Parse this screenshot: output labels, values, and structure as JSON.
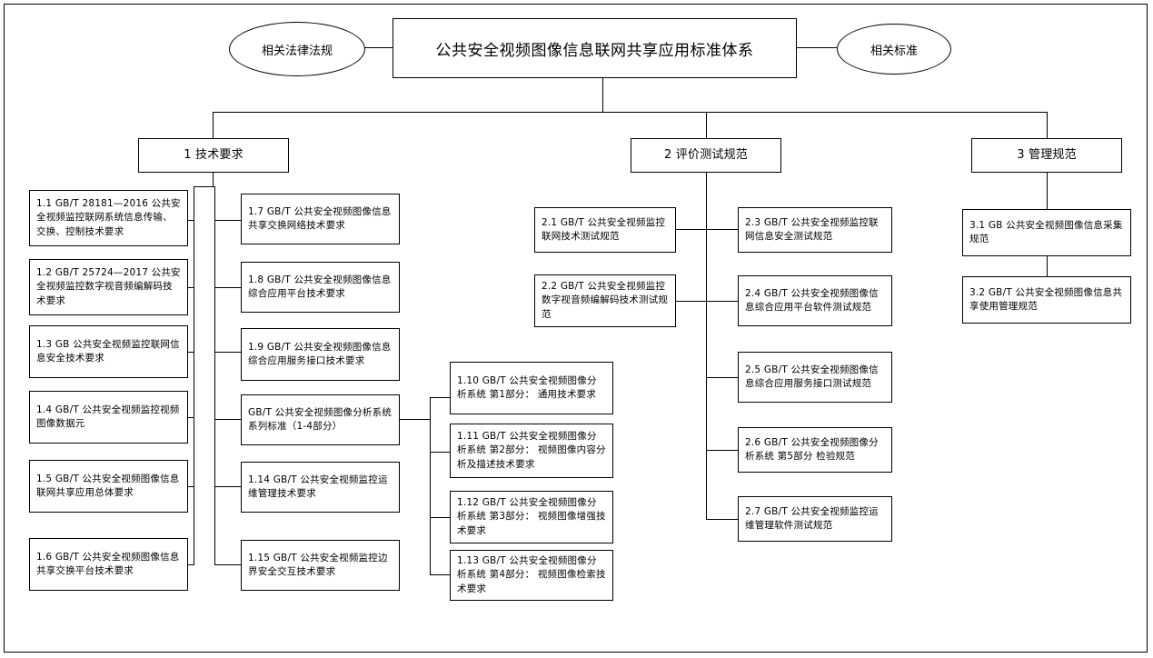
{
  "diagram": {
    "title": "公共安全视频图像信息联网共享应用标准体系",
    "side_left": "相关法律法规",
    "side_right": "相关标准",
    "branches": [
      {
        "label": "1 技术要求"
      },
      {
        "label": "2 评价测试规范"
      },
      {
        "label": "3 管理规范"
      }
    ],
    "col1": [
      {
        "label": "1.1 GB/T 28181—2016 公共安全视频监控联网系统信息传输、交换、控制技术要求"
      },
      {
        "label": "1.2 GB/T 25724—2017 公共安全视频监控数字视音频编解码技术要求"
      },
      {
        "label": "1.3 GB 公共安全视频监控联网信息安全技术要求"
      },
      {
        "label": "1.4 GB/T 公共安全视频监控视频图像数据元"
      },
      {
        "label": "1.5 GB/T 公共安全视频图像信息联网共享应用总体要求"
      },
      {
        "label": "1.6 GB/T 公共安全视频图像信息共享交换平台技术要求"
      }
    ],
    "col2": [
      {
        "label": "1.7 GB/T 公共安全视频图像信息共享交换网络技术要求"
      },
      {
        "label": "1.8 GB/T 公共安全视频图像信息综合应用平台技术要求"
      },
      {
        "label": "1.9 GB/T 公共安全视频图像信息综合应用服务接口技术要求"
      },
      {
        "label": "GB/T 公共安全视频图像分析系统系列标准（1-4部分）"
      },
      {
        "label": "1.14 GB/T 公共安全视频监控运维管理技术要求"
      },
      {
        "label": "1.15 GB/T 公共安全视频监控边界安全交互技术要求"
      }
    ],
    "col3": [
      {
        "label": "1.10 GB/T 公共安全视频图像分析系统 第1部分： 通用技术要求"
      },
      {
        "label": "1.11 GB/T 公共安全视频图像分析系统 第2部分： 视频图像内容分析及描述技术要求"
      },
      {
        "label": "1.12 GB/T 公共安全视频图像分析系统 第3部分： 视频图像增强技术要求"
      },
      {
        "label": "1.13 GB/T 公共安全视频图像分析系统 第4部分： 视频图像检索技术要求"
      }
    ],
    "col4": [
      {
        "label": "2.1 GB/T 公共安全视频监控联网技术测试规范"
      },
      {
        "label": "2.2 GB/T 公共安全视频监控数字视音频编解码技术测试规范"
      }
    ],
    "col5": [
      {
        "label": "2.3 GB/T 公共安全视频监控联网信息安全测试规范"
      },
      {
        "label": "2.4 GB/T 公共安全视频图像信息综合应用平台软件测试规范"
      },
      {
        "label": "2.5 GB/T 公共安全视频图像信息综合应用服务接口测试规范"
      },
      {
        "label": "2.6 GB/T 公共安全视频图像分析系统 第5部分 检验规范"
      },
      {
        "label": "2.7 GB/T 公共安全视频监控运维管理软件测试规范"
      }
    ],
    "col6": [
      {
        "label": "3.1 GB 公共安全视频图像信息采集规范"
      },
      {
        "label": "3.2 GB/T 公共安全视频图像信息共享使用管理规范"
      }
    ]
  }
}
